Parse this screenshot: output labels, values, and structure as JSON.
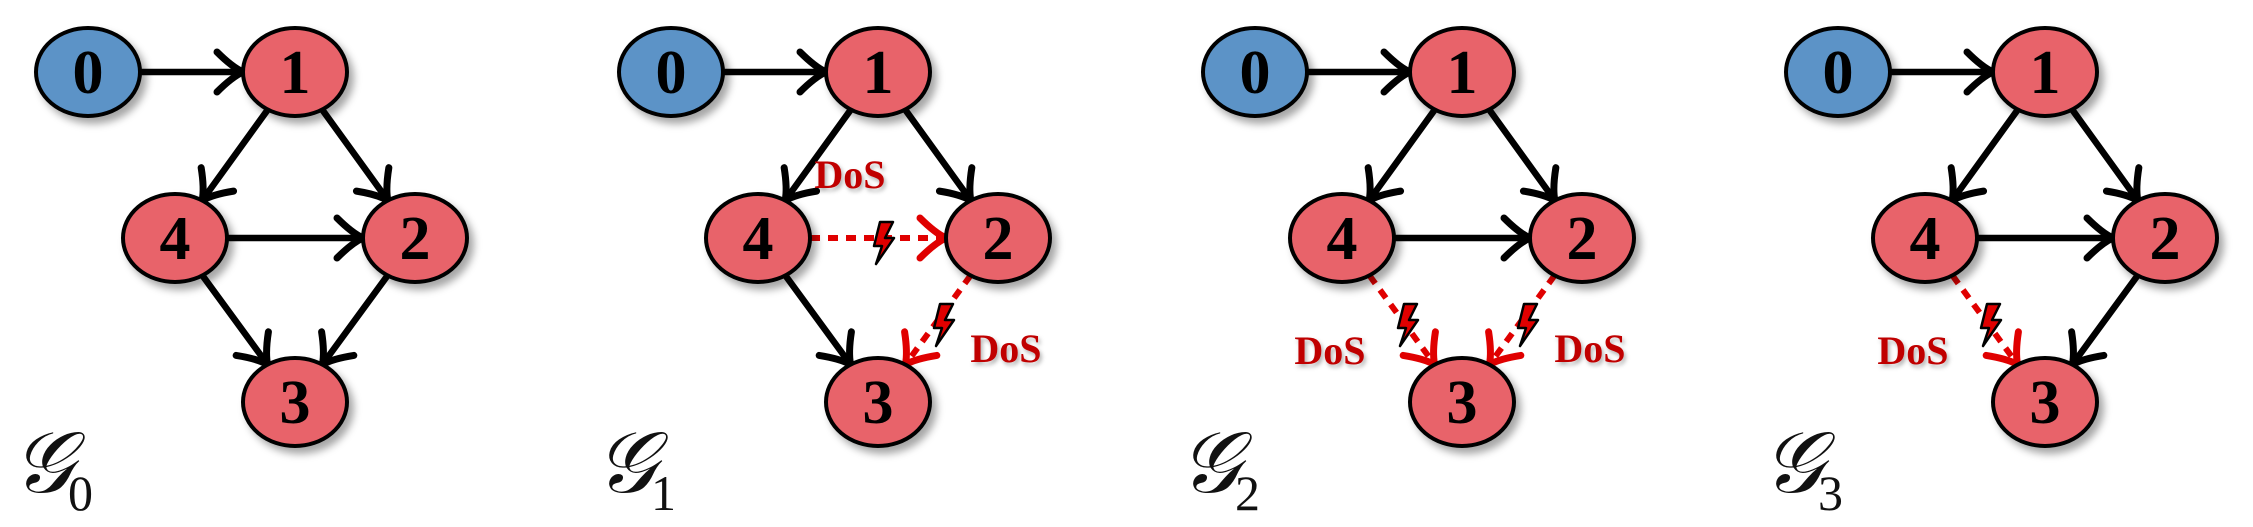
{
  "colors": {
    "source_node": "#5b93c7",
    "agent_node": "#e8636b",
    "edge": "#000000",
    "attacked_edge": "#e00000",
    "dos_text": "#c00000"
  },
  "icons": {
    "attack": "lightning-bolt-icon"
  },
  "graphs": [
    {
      "symbol": "𝒢",
      "subscript": "0",
      "nodes": [
        {
          "id": "0",
          "label": "0",
          "role": "source"
        },
        {
          "id": "1",
          "label": "1",
          "role": "agent"
        },
        {
          "id": "4",
          "label": "4",
          "role": "agent"
        },
        {
          "id": "2",
          "label": "2",
          "role": "agent"
        },
        {
          "id": "3",
          "label": "3",
          "role": "agent"
        }
      ],
      "edges": [
        {
          "from": "0",
          "to": "1",
          "attacked": false
        },
        {
          "from": "1",
          "to": "4",
          "attacked": false
        },
        {
          "from": "1",
          "to": "2",
          "attacked": false
        },
        {
          "from": "4",
          "to": "2",
          "attacked": false
        },
        {
          "from": "4",
          "to": "3",
          "attacked": false
        },
        {
          "from": "2",
          "to": "3",
          "attacked": false
        }
      ],
      "dos_labels": []
    },
    {
      "symbol": "𝒢",
      "subscript": "1",
      "nodes": [
        {
          "id": "0",
          "label": "0",
          "role": "source"
        },
        {
          "id": "1",
          "label": "1",
          "role": "agent"
        },
        {
          "id": "4",
          "label": "4",
          "role": "agent"
        },
        {
          "id": "2",
          "label": "2",
          "role": "agent"
        },
        {
          "id": "3",
          "label": "3",
          "role": "agent"
        }
      ],
      "edges": [
        {
          "from": "0",
          "to": "1",
          "attacked": false
        },
        {
          "from": "1",
          "to": "4",
          "attacked": false
        },
        {
          "from": "1",
          "to": "2",
          "attacked": false
        },
        {
          "from": "4",
          "to": "2",
          "attacked": true
        },
        {
          "from": "4",
          "to": "3",
          "attacked": false
        },
        {
          "from": "2",
          "to": "3",
          "attacked": true
        }
      ],
      "dos_labels": [
        {
          "text": "DoS",
          "edge": "4-2",
          "side": "above"
        },
        {
          "text": "DoS",
          "edge": "2-3",
          "side": "right"
        }
      ]
    },
    {
      "symbol": "𝒢",
      "subscript": "2",
      "nodes": [
        {
          "id": "0",
          "label": "0",
          "role": "source"
        },
        {
          "id": "1",
          "label": "1",
          "role": "agent"
        },
        {
          "id": "4",
          "label": "4",
          "role": "agent"
        },
        {
          "id": "2",
          "label": "2",
          "role": "agent"
        },
        {
          "id": "3",
          "label": "3",
          "role": "agent"
        }
      ],
      "edges": [
        {
          "from": "0",
          "to": "1",
          "attacked": false
        },
        {
          "from": "1",
          "to": "4",
          "attacked": false
        },
        {
          "from": "1",
          "to": "2",
          "attacked": false
        },
        {
          "from": "4",
          "to": "2",
          "attacked": false
        },
        {
          "from": "4",
          "to": "3",
          "attacked": true
        },
        {
          "from": "2",
          "to": "3",
          "attacked": true
        }
      ],
      "dos_labels": [
        {
          "text": "DoS",
          "edge": "4-3",
          "side": "left"
        },
        {
          "text": "DoS",
          "edge": "2-3",
          "side": "right"
        }
      ]
    },
    {
      "symbol": "𝒢",
      "subscript": "3",
      "nodes": [
        {
          "id": "0",
          "label": "0",
          "role": "source"
        },
        {
          "id": "1",
          "label": "1",
          "role": "agent"
        },
        {
          "id": "4",
          "label": "4",
          "role": "agent"
        },
        {
          "id": "2",
          "label": "2",
          "role": "agent"
        },
        {
          "id": "3",
          "label": "3",
          "role": "agent"
        }
      ],
      "edges": [
        {
          "from": "0",
          "to": "1",
          "attacked": false
        },
        {
          "from": "1",
          "to": "4",
          "attacked": false
        },
        {
          "from": "1",
          "to": "2",
          "attacked": false
        },
        {
          "from": "4",
          "to": "2",
          "attacked": false
        },
        {
          "from": "4",
          "to": "3",
          "attacked": true
        },
        {
          "from": "2",
          "to": "3",
          "attacked": false
        }
      ],
      "dos_labels": [
        {
          "text": "DoS",
          "edge": "4-3",
          "side": "left"
        }
      ]
    }
  ]
}
